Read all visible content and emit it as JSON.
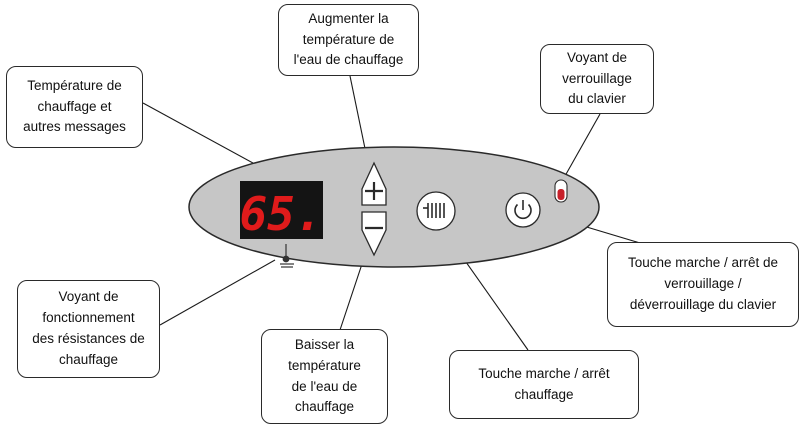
{
  "panel": {
    "display_value": "65.",
    "colors": {
      "panel_fill": "#c6c6c6",
      "display_bg": "#141414",
      "digit_red": "#e01b1b",
      "lock_led_red": "#c8202a"
    },
    "icons": [
      "thermometer-icon",
      "plus-icon",
      "minus-icon",
      "radiator-icon",
      "power-icon",
      "lock-led-icon"
    ]
  },
  "callouts": {
    "display": "Température de\nchauffage et\nautres messages",
    "plus": "Augmenter la\ntempérature de\nl'eau de chauffage",
    "lock": "Voyant de\nverrouillage\ndu clavier",
    "power": "Touche marche / arrêt de\nverrouillage /\ndéverrouillage du clavier",
    "heat": "Touche marche / arrêt\nchauffage",
    "minus": "Baisser la\ntempérature\nde l'eau de\nchauffage",
    "resistance": "Voyant de\nfonctionnement\ndes résistances de\nchauffage"
  }
}
